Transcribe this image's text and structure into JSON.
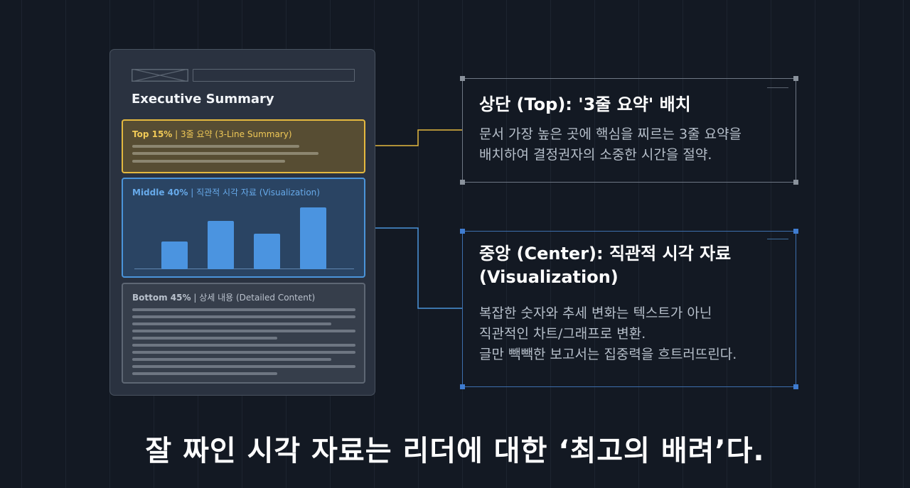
{
  "document": {
    "title": "Executive Summary",
    "sections": {
      "top": {
        "label_head": "Top 15%",
        "label_tail": " | 3줄 요약 (3-Line Summary)"
      },
      "middle": {
        "label_head": "Middle 40%",
        "label_tail": " | 직관적 시각 자료 (Visualization)"
      },
      "bottom": {
        "label_head": "Bottom 45%",
        "label_tail": " | 상세 내용 (Detailed Content)"
      }
    }
  },
  "chart_data": {
    "type": "bar",
    "categories": [
      "",
      "",
      "",
      ""
    ],
    "values": [
      2.0,
      3.5,
      2.6,
      4.5
    ],
    "ylim": [
      0,
      5
    ],
    "color": "#4b94e0"
  },
  "callouts": {
    "top": {
      "title": "상단 (Top): '3줄 요약' 배치",
      "lines": [
        "문서 가장 높은 곳에 핵심을 찌르는 3줄 요약을",
        "배치하여 결정권자의 소중한 시간을 절약."
      ]
    },
    "middle": {
      "title_lines": [
        "중앙 (Center): 직관적 시각 자료",
        "(Visualization)"
      ],
      "lines": [
        "복잡한 숫자와 추세 변화는 텍스트가 아닌",
        "직관적인 차트/그래프로 변환.",
        "글만 빽빽한 보고서는 집중력을 흐트러뜨린다."
      ]
    }
  },
  "caption": "잘 짜인 시각 자료는 리더에 대한 ‘최고의 배려’다.",
  "colors": {
    "background": "#131923",
    "top_accent": "#e5b93f",
    "middle_accent": "#4b94da",
    "bottom_border": "#5e6774"
  }
}
